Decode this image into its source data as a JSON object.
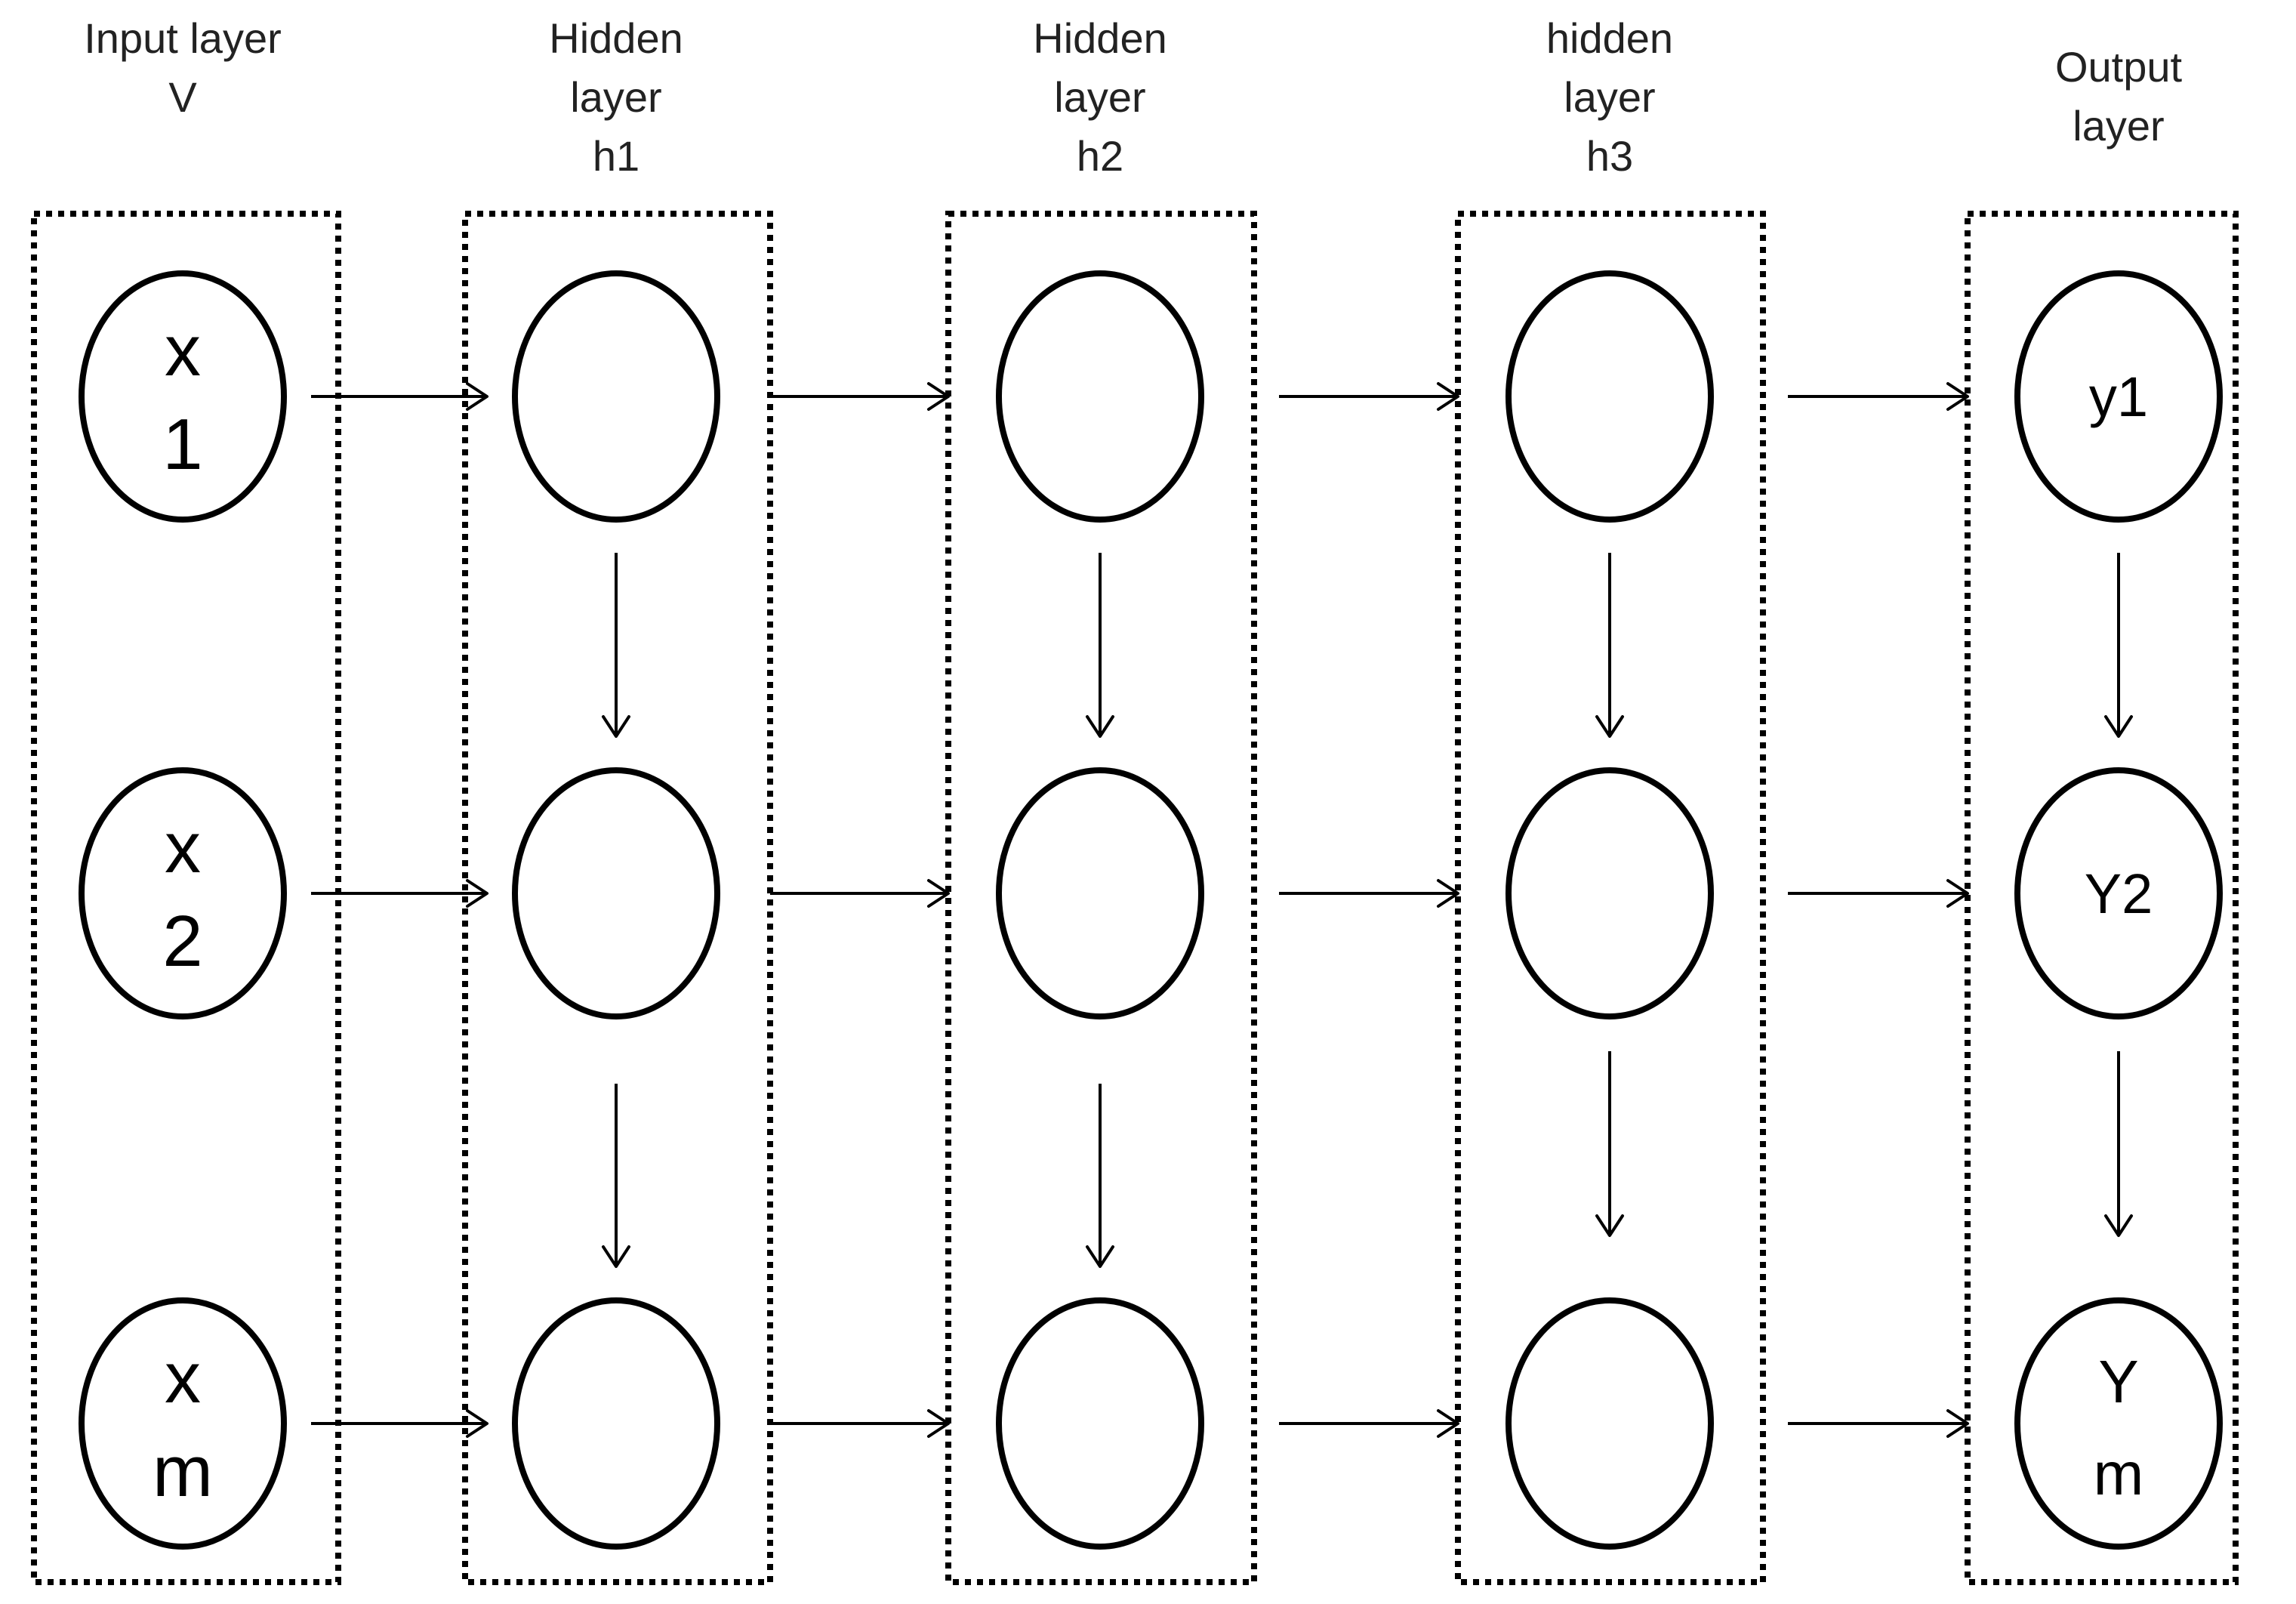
{
  "layers": [
    {
      "id": "input",
      "title_lines": [
        "Input layer",
        "V"
      ],
      "nodes": [
        [
          "x",
          "1"
        ],
        [
          "x",
          "2"
        ],
        [
          "x",
          "m"
        ]
      ]
    },
    {
      "id": "h1",
      "title_lines": [
        "Hidden",
        "layer",
        "h1"
      ],
      "nodes": [
        [],
        [],
        []
      ]
    },
    {
      "id": "h2",
      "title_lines": [
        "Hidden",
        "layer",
        "h2"
      ],
      "nodes": [
        [],
        [],
        []
      ]
    },
    {
      "id": "h3",
      "title_lines": [
        "hidden",
        "layer",
        "h3"
      ],
      "nodes": [
        [],
        [],
        []
      ]
    },
    {
      "id": "output",
      "title_lines": [
        "Output",
        "layer"
      ],
      "nodes": [
        [
          "y1"
        ],
        [
          "Y2"
        ],
        [
          "Y",
          "m"
        ]
      ]
    }
  ],
  "colors": {
    "stroke": "#000000",
    "background": "#ffffff",
    "title_text": "#222222"
  }
}
